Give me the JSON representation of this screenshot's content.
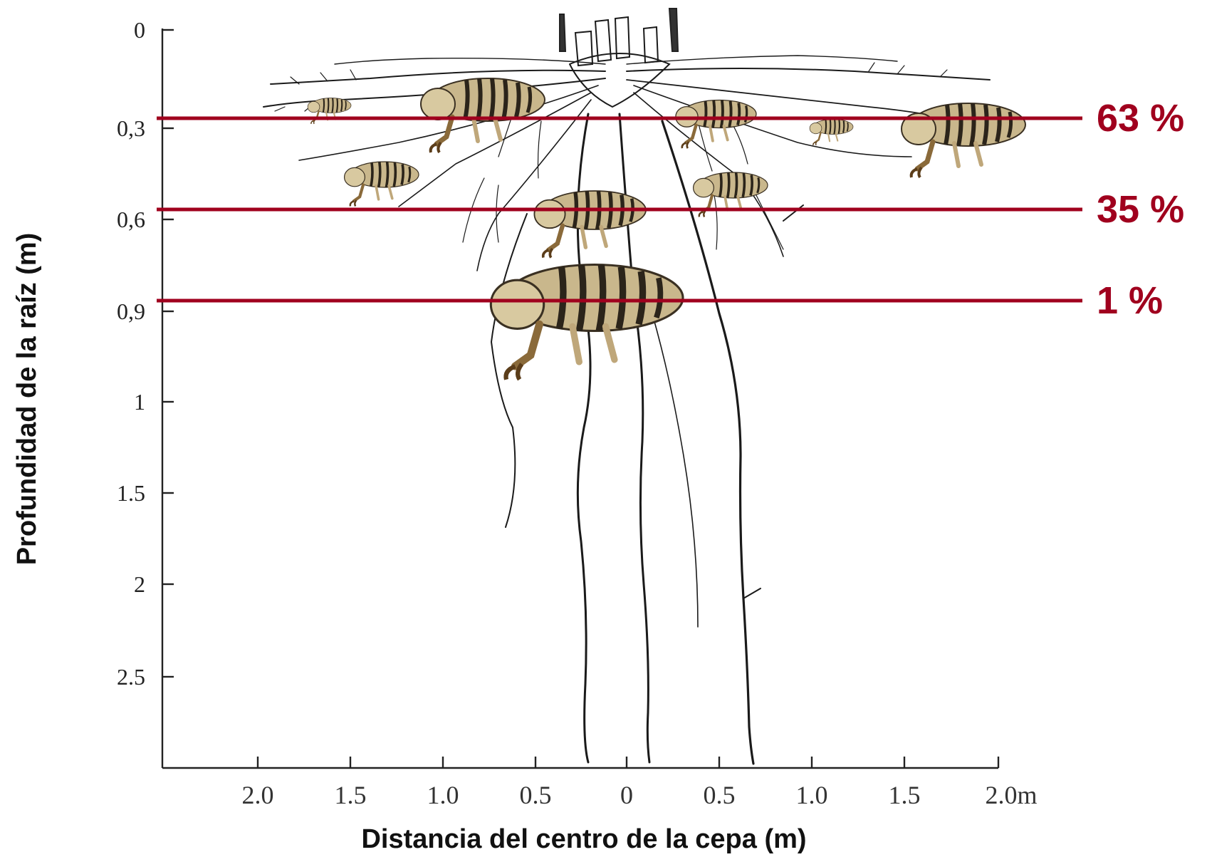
{
  "axes": {
    "y_label": "Profundidad de la raíz (m)",
    "x_label": "Distancia del centro de la cepa (m)",
    "y_ticks": [
      "0",
      "0,3",
      "0,6",
      "0,9",
      "1",
      "1.5",
      "2",
      "2.5"
    ],
    "x_ticks": [
      "2.0",
      "1.5",
      "1.0",
      "0.5",
      "0",
      "0.5",
      "1.0",
      "1.5",
      "2.0m"
    ]
  },
  "depth_bands": [
    {
      "depth": "0,3",
      "label": "63 %"
    },
    {
      "depth": "0,6",
      "label": "35 %"
    },
    {
      "depth": "0,9",
      "label": "1 %"
    }
  ],
  "colors": {
    "band_line": "#a0001e",
    "band_text": "#a0001e",
    "root_ink": "#1a1a1a",
    "insect_body": "#c9b78c",
    "insect_stripe": "#2b241a"
  }
}
